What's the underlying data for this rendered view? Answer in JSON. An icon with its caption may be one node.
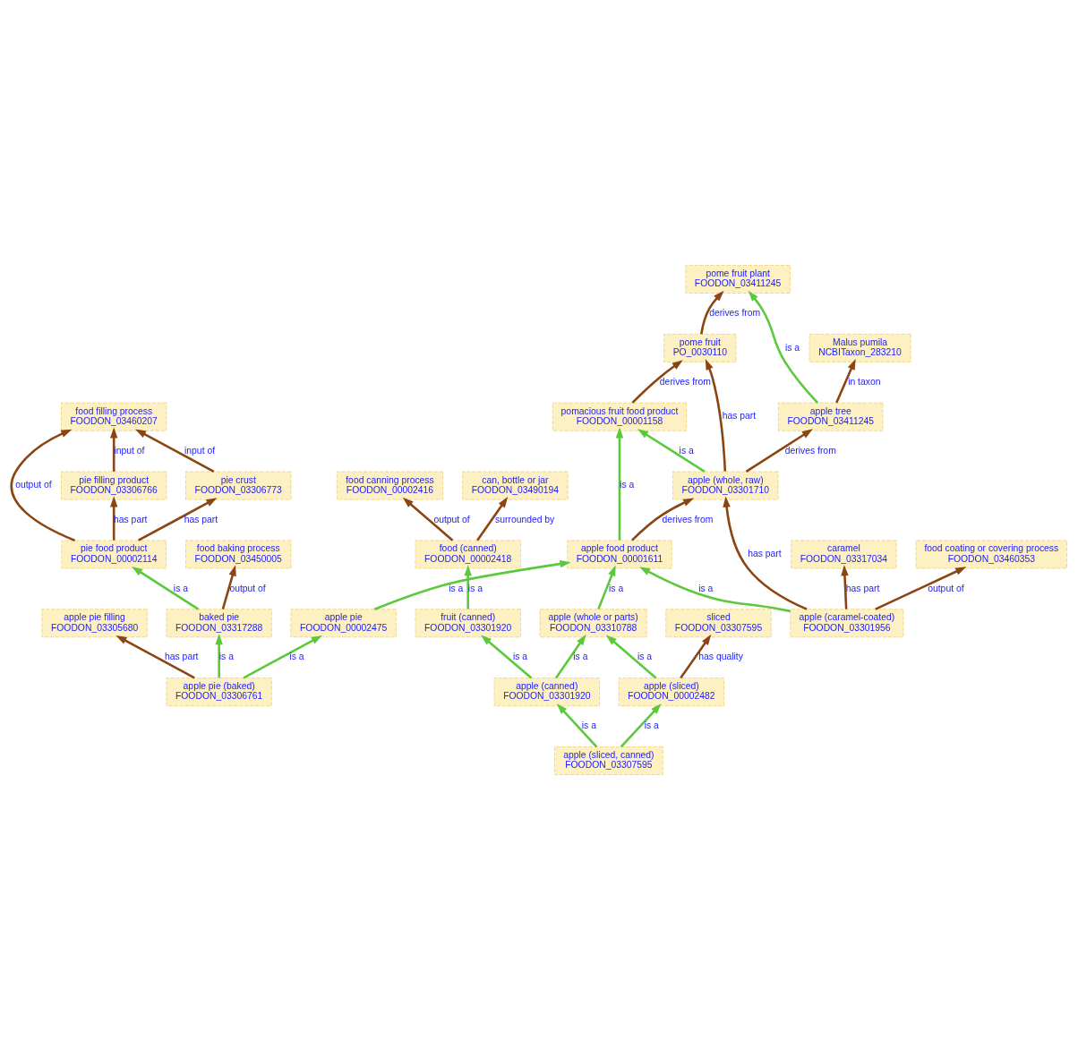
{
  "diagram": {
    "nodes": [
      {
        "text": [
          "pome fruit plant",
          "FOODON_03411245"
        ]
      },
      {
        "text": [
          "food filling process",
          "FOODON_03460207"
        ]
      },
      {
        "text": [
          "pie filling product",
          "FOODON_03306766"
        ]
      },
      {
        "text": [
          "pome fruit",
          "PO_0030110"
        ]
      },
      {
        "text": [
          "pie crust",
          "FOODON_03306773"
        ]
      },
      {
        "text": [
          "pie food product",
          "FOODON_00002114"
        ]
      },
      {
        "text": [
          "pomacious fruit food product",
          "FOODON_00001158"
        ]
      },
      {
        "text": [
          "food baking process",
          "FOODON_03450005"
        ]
      },
      {
        "text": [
          "apple (whole, raw)",
          "FOODON_03301710"
        ]
      },
      {
        "text": [
          "apple tree",
          "FOODON_03411245"
        ]
      },
      {
        "text": [
          "apple food product",
          "FOODON_00001611"
        ]
      },
      {
        "text": [
          "baked pie",
          "FOODON_03317288"
        ]
      },
      {
        "text": [
          "apple pie",
          "FOODON_00002475"
        ]
      },
      {
        "text": [
          "apple (whole or parts)",
          "FOODON_03310788"
        ]
      },
      {
        "text": [
          "apple (caramel-coated)",
          "FOODON_03301956"
        ]
      },
      {
        "text": [
          "apple (sliced)",
          "FOODON_00002482"
        ]
      },
      {
        "text": [
          "apple (canned)",
          "FOODON_03301920"
        ]
      },
      {
        "text": [
          "apple pie (baked)",
          "FOODON_03306761"
        ]
      },
      {
        "text": [
          "Malus pumila",
          "NCBITaxon_283210"
        ]
      },
      {
        "text": [
          "sliced",
          "FOODON_03307595"
        ]
      },
      {
        "text": [
          "fruit (canned)",
          "FOODON_03301920"
        ]
      },
      {
        "text": [
          "apple pie filling",
          "FOODON_03305680"
        ]
      },
      {
        "text": [
          "apple (sliced, canned)",
          "FOODON_03307595"
        ]
      },
      {
        "text": [
          "caramel",
          "FOODON_03317034"
        ]
      },
      {
        "text": [
          "food coating or covering process",
          "FOODON_03460353"
        ]
      },
      {
        "text": [
          "food (canned)",
          "FOODON_00002418"
        ]
      },
      {
        "text": [
          "food canning process",
          "FOODON_00002416"
        ]
      },
      {
        "text": [
          "can, bottle or jar",
          "FOODON_03490194"
        ]
      }
    ],
    "edges": [
      {
        "from": 9,
        "to": 0,
        "arrow": "to",
        "label": "is a",
        "color": "#5cc83c"
      },
      {
        "from": 3,
        "to": 0,
        "arrow": "to",
        "label": "derives from"
      },
      {
        "from": 6,
        "to": 3,
        "arrow": "to",
        "label": "derives from"
      },
      {
        "from": 8,
        "to": 3,
        "arrow": "to",
        "label": "has part"
      },
      {
        "from": 2,
        "to": 1,
        "arrow": "to",
        "label": "input of"
      },
      {
        "from": 4,
        "to": 1,
        "arrow": "to",
        "label": "input of"
      },
      {
        "from": 5,
        "to": 1,
        "arrow": "to",
        "label": "output of"
      },
      {
        "from": 5,
        "to": 2,
        "arrow": "to",
        "label": "has part"
      },
      {
        "from": 5,
        "to": 4,
        "arrow": "to",
        "label": "has part"
      },
      {
        "from": 8,
        "to": 9,
        "arrow": "to",
        "label": "derives from"
      },
      {
        "from": 8,
        "to": 6,
        "arrow": "to",
        "label": "is a",
        "color": "#5cc83c"
      },
      {
        "from": 10,
        "to": 6,
        "arrow": "to",
        "label": "is a",
        "color": "#5cc83c"
      },
      {
        "from": 10,
        "to": 8,
        "arrow": "to",
        "label": "derives from"
      },
      {
        "from": 11,
        "to": 5,
        "arrow": "to",
        "label": "is a",
        "color": "#5cc83c"
      },
      {
        "from": 11,
        "to": 7,
        "arrow": "to",
        "label": "output of"
      },
      {
        "from": 9,
        "to": 18,
        "arrow": "to",
        "label": "in taxon"
      },
      {
        "from": 14,
        "to": 8,
        "arrow": "to",
        "label": "has part"
      },
      {
        "from": 14,
        "to": 10,
        "arrow": "to",
        "label": "is a",
        "color": "#5cc83c"
      },
      {
        "from": 13,
        "to": 10,
        "arrow": "to",
        "label": "is a",
        "color": "#5cc83c"
      },
      {
        "from": 12,
        "to": 10,
        "arrow": "to",
        "label": "is a",
        "color": "#5cc83c"
      },
      {
        "from": 17,
        "to": 11,
        "arrow": "to",
        "label": "is a",
        "color": "#5cc83c"
      },
      {
        "from": 17,
        "to": 12,
        "arrow": "to",
        "label": "is a",
        "color": "#5cc83c"
      },
      {
        "from": 15,
        "to": 13,
        "arrow": "to",
        "label": "is a",
        "color": "#5cc83c"
      },
      {
        "from": 16,
        "to": 13,
        "arrow": "to",
        "label": "is a",
        "color": "#5cc83c"
      },
      {
        "from": 15,
        "to": 19,
        "arrow": "to",
        "label": "has quality"
      },
      {
        "from": 22,
        "to": 15,
        "arrow": "to",
        "label": "is a",
        "color": "#5cc83c"
      },
      {
        "from": 22,
        "to": 16,
        "arrow": "to",
        "label": "is a",
        "color": "#5cc83c"
      },
      {
        "from": 16,
        "to": 20,
        "arrow": "to",
        "label": "is a",
        "color": "#5cc83c"
      },
      {
        "from": 20,
        "to": 25,
        "arrow": "to",
        "label": "is a",
        "color": "#5cc83c"
      },
      {
        "from": 17,
        "to": 21,
        "arrow": "to",
        "label": "has part"
      },
      {
        "from": 14,
        "to": 23,
        "arrow": "to",
        "label": "has part"
      },
      {
        "from": 14,
        "to": 24,
        "arrow": "to",
        "label": "output of"
      },
      {
        "from": 25,
        "to": 26,
        "arrow": "to",
        "label": "output of"
      },
      {
        "from": 25,
        "to": 27,
        "arrow": "to",
        "label": "surrounded by"
      }
    ]
  }
}
